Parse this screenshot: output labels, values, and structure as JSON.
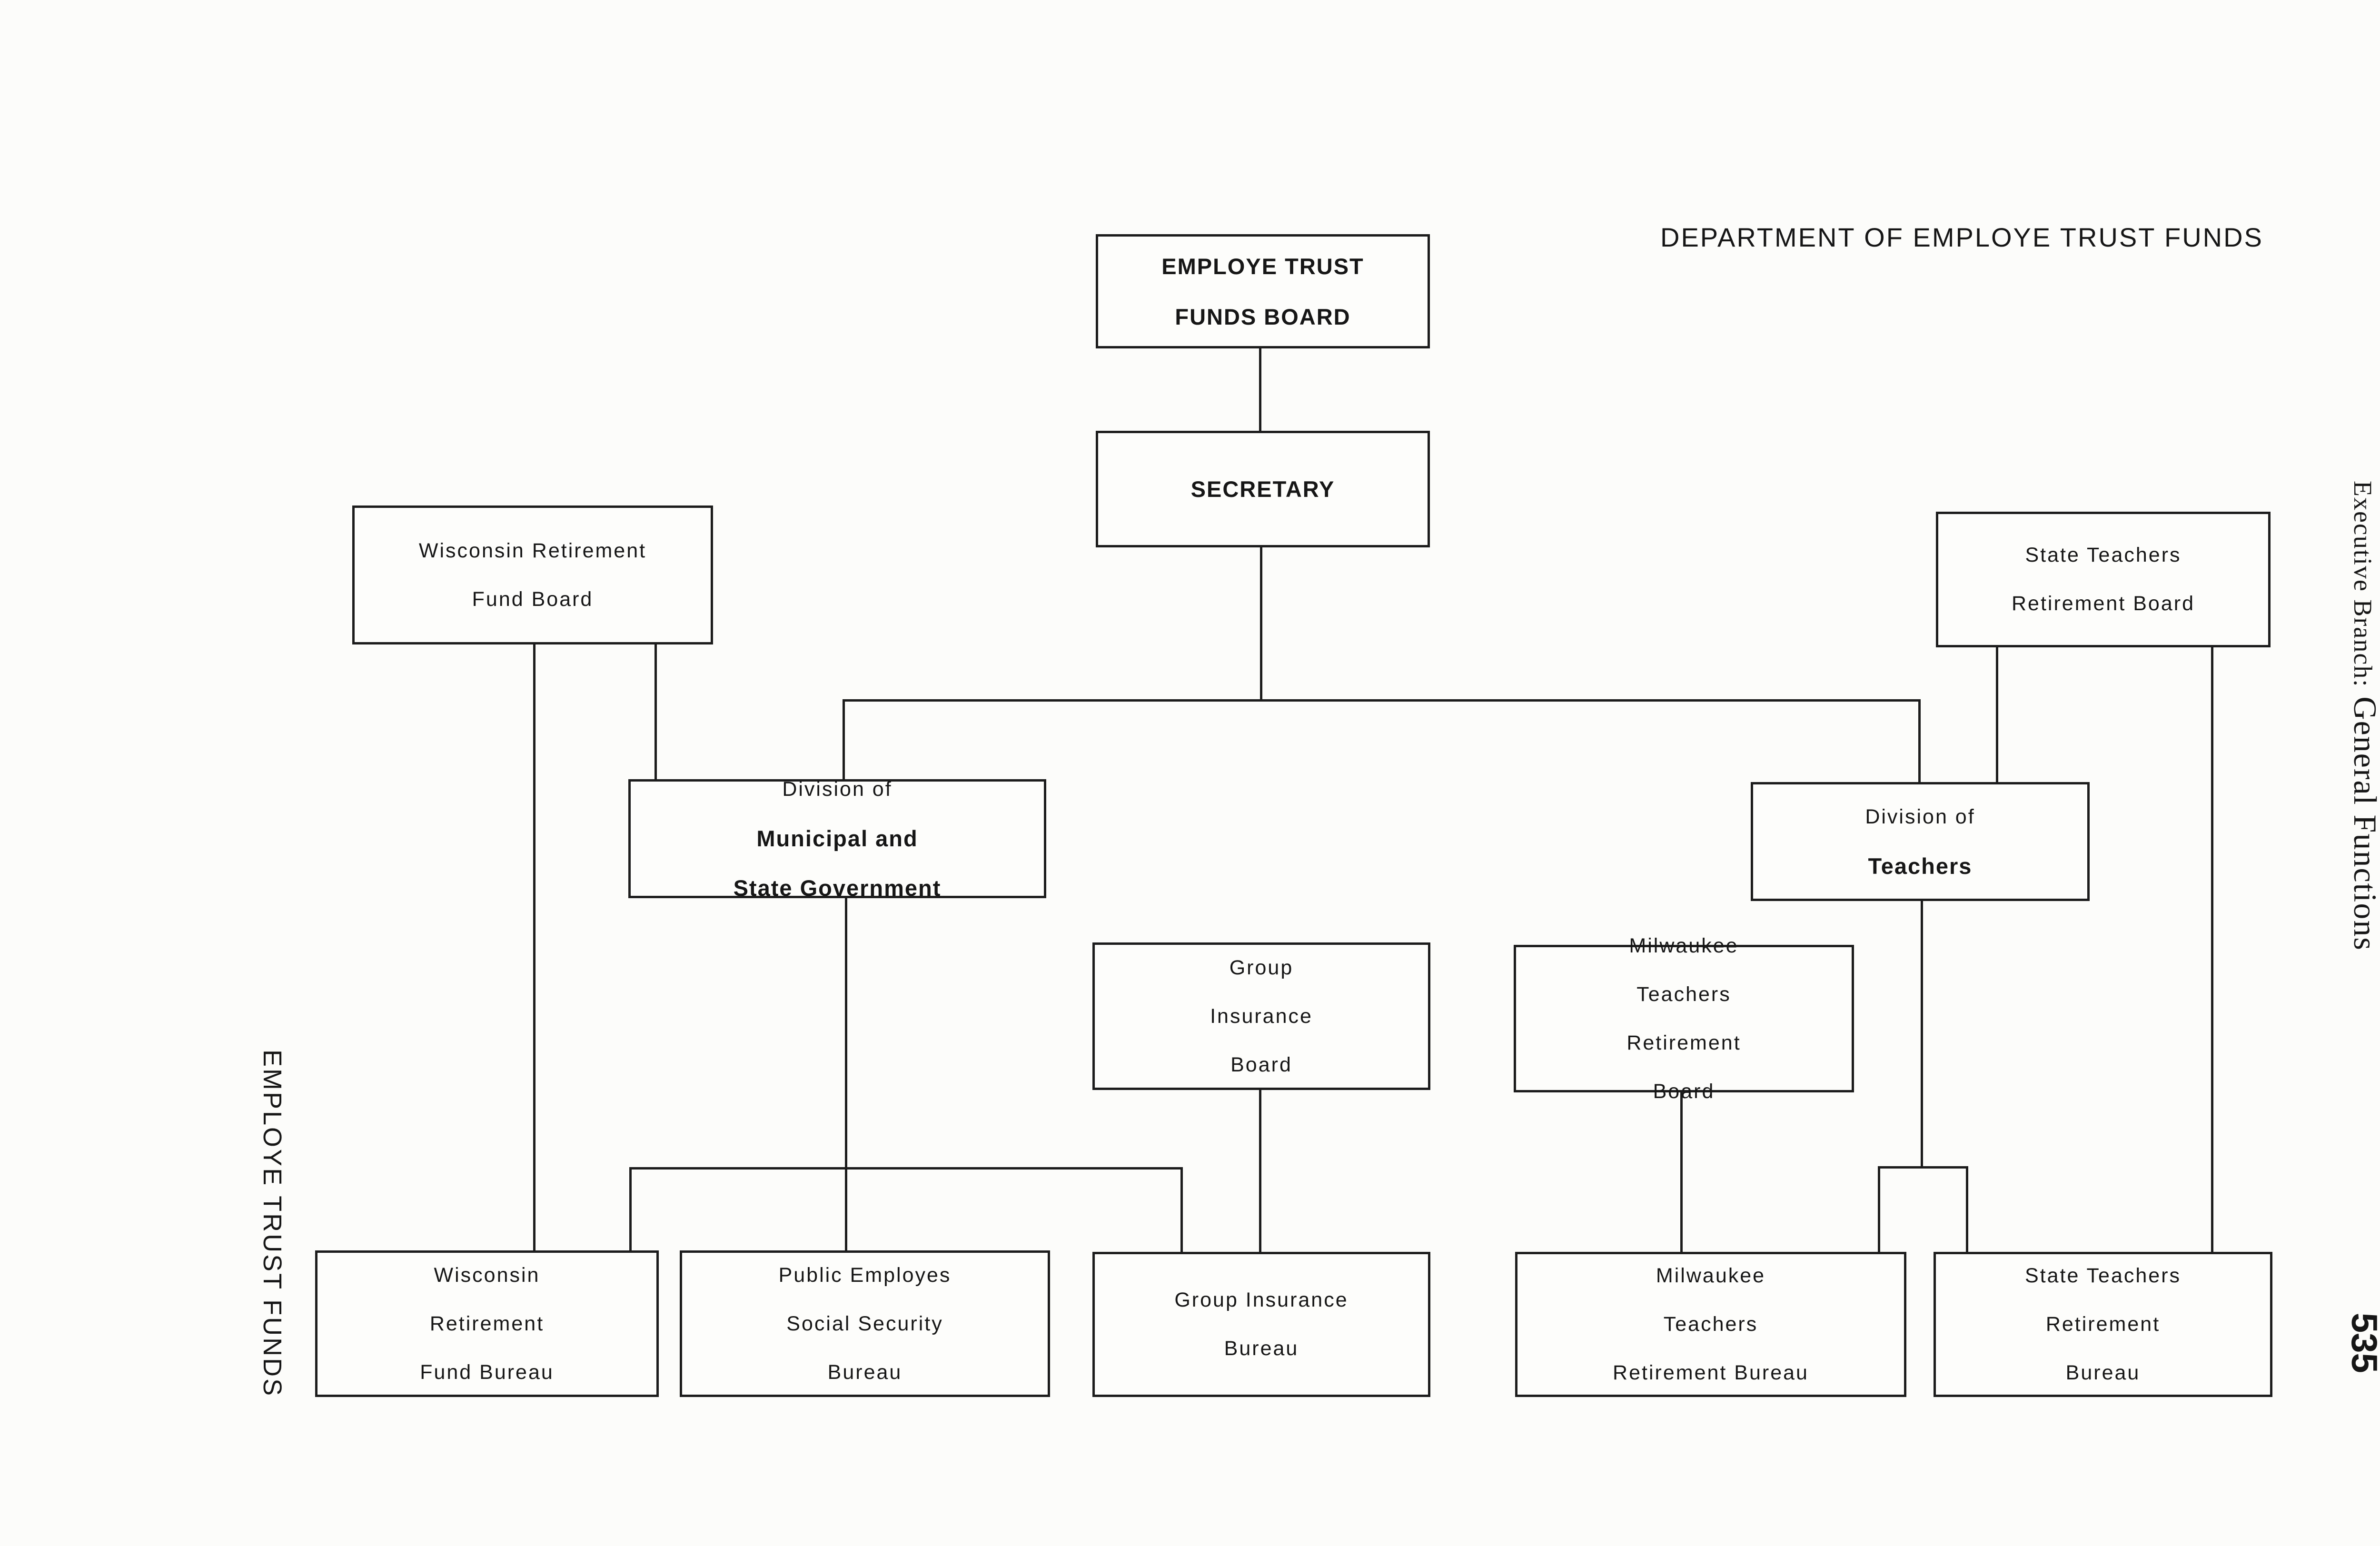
{
  "header": {
    "title": "DEPARTMENT OF EMPLOYE TRUST FUNDS"
  },
  "margin": {
    "running_head_prefix": "Executive Branch:",
    "running_head_suffix": "General Functions",
    "page_number": "535",
    "section_title": "EMPLOYE TRUST FUNDS"
  },
  "chart": {
    "board": {
      "line1": "EMPLOYE TRUST",
      "line2": "FUNDS BOARD"
    },
    "secretary": {
      "line1": "SECRETARY"
    },
    "wrf_board": {
      "line1": "Wisconsin Retirement",
      "line2": "Fund Board"
    },
    "str_board": {
      "line1": "State Teachers",
      "line2": "Retirement Board"
    },
    "div_municipal": {
      "line1": "Division of",
      "line2": "Municipal and",
      "line3": "State Government"
    },
    "div_teachers": {
      "line1": "Division of",
      "line2": "Teachers"
    },
    "group_ins_board": {
      "line1": "Group",
      "line2": "Insurance",
      "line3": "Board"
    },
    "mtr_board": {
      "line1": "Milwaukee",
      "line2": "Teachers",
      "line3": "Retirement",
      "line4": "Board"
    },
    "wrf_bureau": {
      "line1": "Wisconsin",
      "line2": "Retirement",
      "line3": "Fund Bureau"
    },
    "pe_ss_bureau": {
      "line1": "Public Employes",
      "line2": "Social Security",
      "line3": "Bureau"
    },
    "group_ins_bureau": {
      "line1": "Group Insurance",
      "line2": "Bureau"
    },
    "mtr_bureau": {
      "line1": "Milwaukee",
      "line2": "Teachers",
      "line3": "Retirement Bureau"
    },
    "str_bureau": {
      "line1": "State Teachers",
      "line2": "Retirement",
      "line3": "Bureau"
    }
  }
}
